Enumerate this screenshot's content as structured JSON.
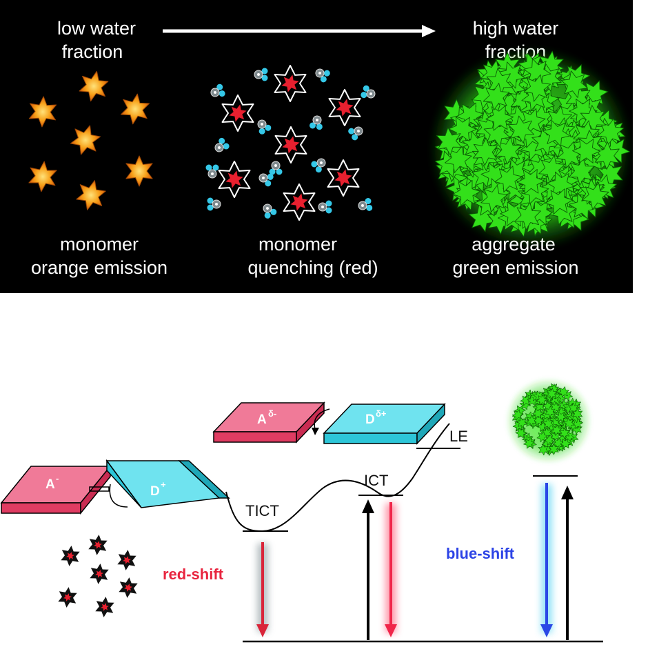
{
  "top": {
    "left_header": [
      "low water",
      "fraction"
    ],
    "right_header": [
      "high water",
      "fraction"
    ],
    "left_caption": [
      "monomer",
      "orange emission"
    ],
    "middle_caption": [
      "monomer",
      "quenching (red)"
    ],
    "right_caption": [
      "aggregate",
      "green emission"
    ]
  },
  "bottom": {
    "slab_mid_acceptor": "A",
    "slab_mid_acceptor_sup": "δ-",
    "slab_mid_donor": "D",
    "slab_mid_donor_sup": "δ+",
    "slab_left_acceptor": "A",
    "slab_left_acceptor_sup": "-",
    "slab_left_donor": "D",
    "slab_left_donor_sup": "+",
    "level_le": "LE",
    "level_ict": "ICT",
    "level_tict": "TICT",
    "red_shift": "red-shift",
    "blue_shift": "blue-shift"
  },
  "colors": {
    "orange_star": "#f7a21b",
    "red_core": "#e8202f",
    "green_aggregate": "#33e01a",
    "acceptor_slab": "#f0567a",
    "donor_slab": "#3fd3e4",
    "red_shift_text": "#e8253f",
    "blue_shift_text": "#2c43e6"
  }
}
